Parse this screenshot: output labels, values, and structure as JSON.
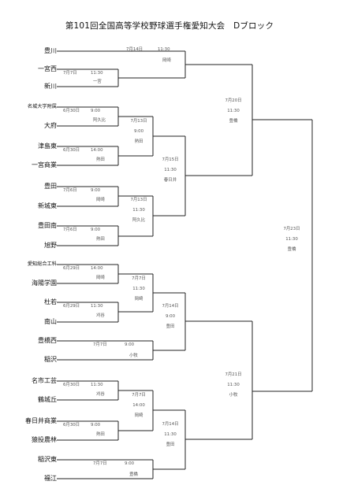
{
  "title": "第101回全国高等学校野球選手権愛知大会　Dブロック",
  "teams": [
    {
      "name": "豊川"
    },
    {
      "name": "一宮西"
    },
    {
      "name": "新川"
    },
    {
      "name": "名城大学附属"
    },
    {
      "name": "大府"
    },
    {
      "name": "津島東"
    },
    {
      "name": "一宮商業"
    },
    {
      "name": "豊田"
    },
    {
      "name": "新城東"
    },
    {
      "name": "豊田南"
    },
    {
      "name": "旭野"
    },
    {
      "name": "愛知総合工科"
    },
    {
      "name": "海陽学園"
    },
    {
      "name": "杜若"
    },
    {
      "name": "南山"
    },
    {
      "name": "豊橋西"
    },
    {
      "name": "稲沢"
    },
    {
      "name": "名市工芸"
    },
    {
      "name": "鶴城丘"
    },
    {
      "name": "春日井商業"
    },
    {
      "name": "猿投農林"
    },
    {
      "name": "稲沢東"
    },
    {
      "name": "福江"
    }
  ],
  "games": {
    "r1": [
      {
        "date": "7月7日",
        "time": "11:30",
        "venue": "一宮"
      },
      {
        "date": "6月30日",
        "time": "9:00",
        "venue": "阿久比"
      },
      {
        "date": "6月30日",
        "time": "14:00",
        "venue": "熱田"
      },
      {
        "date": "7月6日",
        "time": "9:00",
        "venue": "岡崎"
      },
      {
        "date": "7月6日",
        "time": "9:00",
        "venue": "熱田"
      },
      {
        "date": "6月29日",
        "time": "14:00",
        "venue": "岡崎"
      },
      {
        "date": "6月29日",
        "time": "11:30",
        "venue": "刈谷"
      },
      {
        "date": "7月7日",
        "time": "9:00",
        "venue": "小牧"
      },
      {
        "date": "6月30日",
        "time": "11:30",
        "venue": "刈谷"
      },
      {
        "date": "6月30日",
        "time": "9:00",
        "venue": "熱田"
      },
      {
        "date": "7月7日",
        "time": "9:00",
        "venue": "豊橋"
      }
    ],
    "r2": [
      {
        "date": "7月14日",
        "time": "11:30",
        "venue": "岡崎"
      },
      {
        "date": "7月13日",
        "time": "9:00",
        "venue": "熱田"
      },
      {
        "date": "7月13日",
        "time": "11:30",
        "venue": "阿久比"
      },
      {
        "date": "7月7日",
        "time": "11:30",
        "venue": "岡崎"
      },
      {
        "date": "7月7日",
        "time": "14:00",
        "venue": "岡崎"
      }
    ],
    "r3": [
      {
        "date": "7月15日",
        "time": "11:30",
        "venue": "春日井"
      },
      {
        "date": "7月14日",
        "time": "9:00",
        "venue": "豊田"
      },
      {
        "date": "7月14日",
        "time": "11:30",
        "venue": "豊田"
      }
    ],
    "r4": [
      {
        "date": "7月20日",
        "time": "11:30",
        "venue": "豊橋"
      },
      {
        "date": "7月21日",
        "time": "11:30",
        "venue": "小牧"
      }
    ],
    "r5": {
      "date": "7月23日",
      "time": "11:30",
      "venue": "豊橋"
    }
  }
}
